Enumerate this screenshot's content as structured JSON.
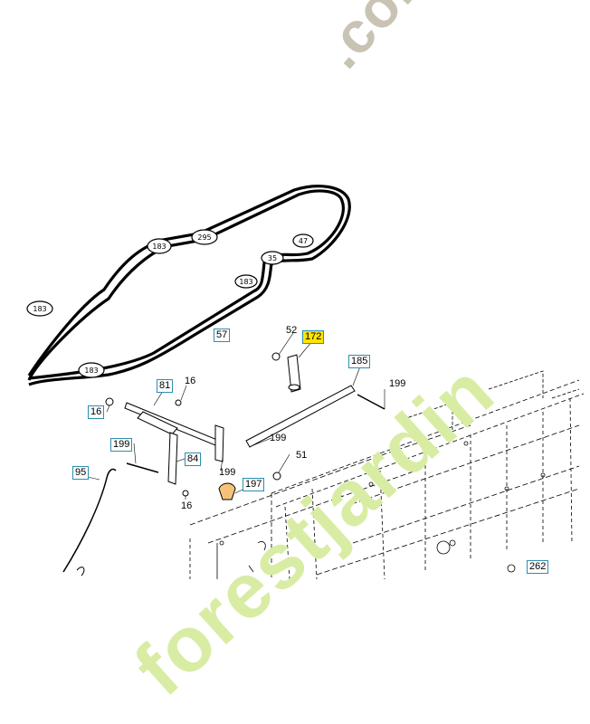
{
  "parts": [
    "16",
    "16",
    "16",
    "51",
    "52",
    "57",
    "81",
    "84",
    "95",
    "183",
    "183",
    "183",
    "183",
    "185",
    "197",
    "199",
    "199",
    "199",
    "199",
    "262",
    "295",
    "172",
    "35",
    "47"
  ],
  "callouts": {
    "c52": "52",
    "c172": "172",
    "c185": "185",
    "c199a": "199",
    "c57": "57",
    "c81": "81",
    "c16a": "16",
    "c16b": "16",
    "c199b": "199",
    "c199c": "199",
    "c84": "84",
    "c51": "51",
    "c199d": "199",
    "c197": "197",
    "c95": "95",
    "c16c": "16",
    "c262": "262"
  },
  "pulleys": {
    "p295": "295",
    "p183a": "183",
    "p183b": "183",
    "p183c": "183",
    "p183d": "183",
    "p35": "35",
    "p47": "47"
  },
  "watermark": {
    "domain": "forestjardin.com",
    "dotcom": ".com",
    "name": "forestjardin"
  },
  "colors": {
    "callout_border": "#2a8fb0",
    "highlight": "#ffe400",
    "watermark_green": "#d9eca4",
    "watermark_grey": "#c9c3b3",
    "watermark_orange": "#f6c27a"
  }
}
